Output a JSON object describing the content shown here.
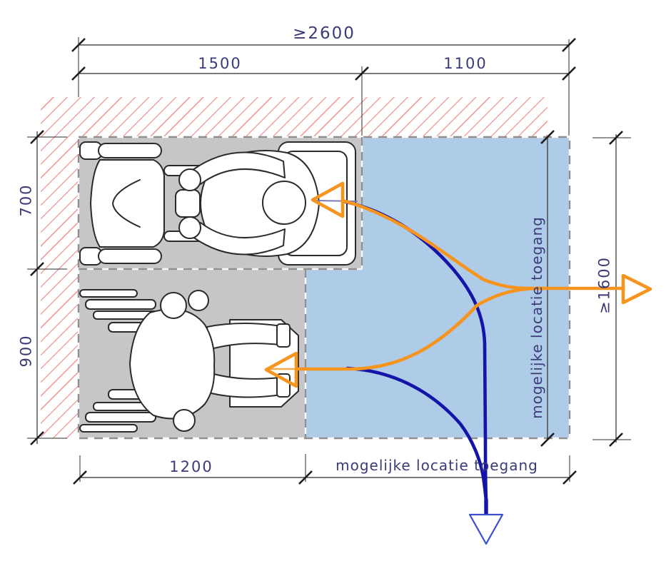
{
  "diagram": {
    "type": "accessible-parking-bay-plan",
    "dimensions": {
      "total_width": "≥2600",
      "bay_width_scooter": "1500",
      "access_zone_width": "1100",
      "scooter_bay_depth": "700",
      "wheelchair_bay_depth": "900",
      "wheelchair_bay_width": "1200",
      "total_depth": "≥1600"
    },
    "labels": {
      "access_bottom": "mogelijke locatie toegang",
      "access_right": "mogelijke locatie toegang"
    },
    "colors": {
      "zone_blue": "#AECBE7",
      "bay_gray": "#C6C6C9",
      "hatch_red": "#F2A0A0",
      "route_orange": "#F7941E",
      "route_navy": "#1414A8",
      "arrowhead_blue": "#3A4FD0",
      "dim_text": "#3B3B78"
    }
  }
}
